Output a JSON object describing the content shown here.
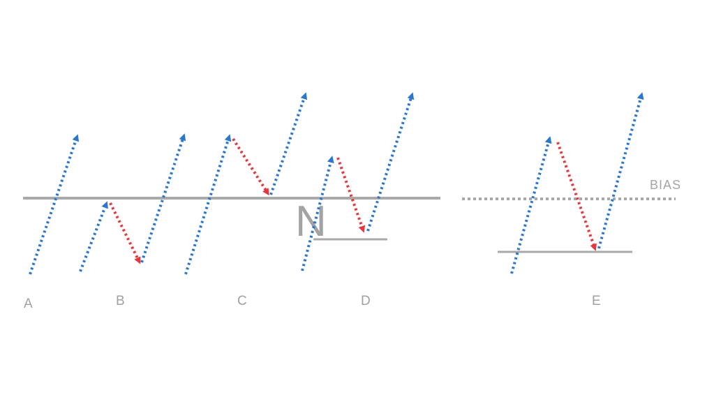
{
  "colors": {
    "up_move": "#2a77d0",
    "down_move": "#e8363c",
    "level_line": "#a9a9a9",
    "bias_line": "#a9a9a9",
    "label_text": "#a0a0a0"
  },
  "panels": [
    {
      "id": "left",
      "level": "solid",
      "cases": [
        {
          "label": "A",
          "pattern": "up"
        },
        {
          "label": "B",
          "pattern": "up-down-up"
        },
        {
          "label": "C",
          "pattern": "up-down-up"
        },
        {
          "label": "D",
          "pattern": "up-down-up",
          "mark": "N"
        }
      ]
    },
    {
      "id": "right",
      "level": "dotted",
      "level_label": "BIAS",
      "cases": [
        {
          "label": "E",
          "pattern": "up-down-up"
        }
      ]
    }
  ]
}
